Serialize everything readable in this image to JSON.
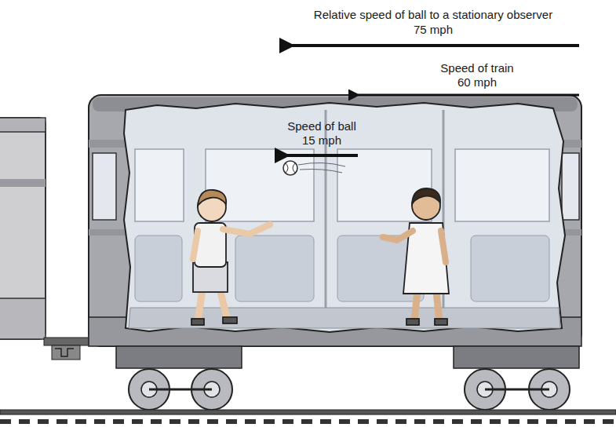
{
  "diagram": {
    "labels": [
      "Relative speed of ball to a stationary observer",
      "75 mph",
      "Speed of train",
      "60 mph",
      "Speed of ball",
      "15 mph"
    ]
  }
}
